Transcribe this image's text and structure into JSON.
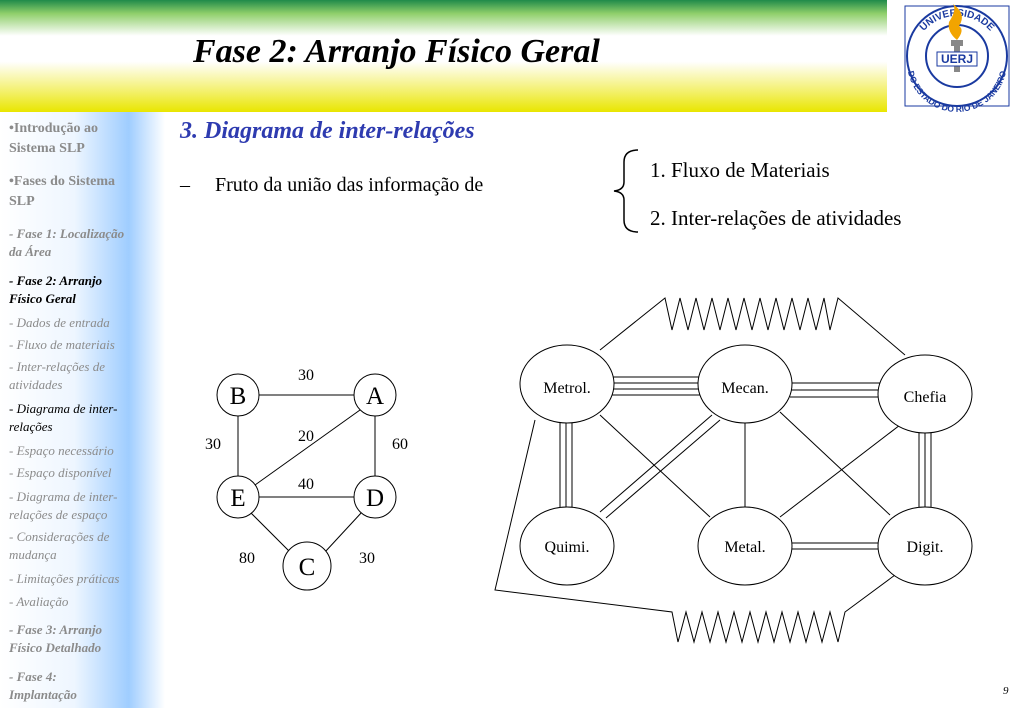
{
  "slide": {
    "title": "Fase 2: Arranjo Físico Geral",
    "page_number": "9"
  },
  "logo": {
    "arc_top": "UNIVERSIDADE",
    "arc_bottom": "DO ESTADO DO RIO DE JANEIRO",
    "center": "UERJ"
  },
  "sidebar": {
    "items": [
      {
        "label": "•Introdução ao"
      },
      {
        "label": "Sistema SLP"
      },
      {
        "label": "•Fases do Sistema"
      },
      {
        "label": "SLP"
      },
      {
        "label": "- Fase 1: Localização"
      },
      {
        "label": "da Área"
      },
      {
        "label": "- Fase 2: Arranjo"
      },
      {
        "label": "Físico Geral"
      },
      {
        "label": "- Dados de entrada"
      },
      {
        "label": "- Fluxo de materiais"
      },
      {
        "label": "- Inter-relações de"
      },
      {
        "label": "atividades"
      },
      {
        "label": "- Diagrama de inter-"
      },
      {
        "label": "relações"
      },
      {
        "label": "- Espaço necessário"
      },
      {
        "label": "- Espaço disponível"
      },
      {
        "label": "- Diagrama de inter-"
      },
      {
        "label": "relações de espaço"
      },
      {
        "label": "- Considerações de"
      },
      {
        "label": "mudança"
      },
      {
        "label": "- Limitações práticas"
      },
      {
        "label": "- Avaliação"
      },
      {
        "label": "- Fase 3: Arranjo"
      },
      {
        "label": "Físico Detalhado"
      },
      {
        "label": "- Fase 4:"
      },
      {
        "label": "Implantação"
      }
    ]
  },
  "content": {
    "heading": "3. Diagrama de inter-relações",
    "bullet_dash": "–",
    "bullet": "Fruto da união das informação de",
    "list": [
      "1. Fluxo de Materiais",
      "2. Inter-relações de atividades"
    ]
  },
  "graph_small": {
    "nodes": {
      "A": "A",
      "B": "B",
      "C": "C",
      "D": "D",
      "E": "E"
    },
    "edge_labels": {
      "BA": "30",
      "BE": "30",
      "EA": "20",
      "AD": "60",
      "ED": "40",
      "EC": "80",
      "DC": "30"
    }
  },
  "graph_large": {
    "nodes": {
      "metrol": "Metrol.",
      "mecan": "Mecan.",
      "chefia": "Chefia",
      "quimi": "Quimi.",
      "metal": "Metal.",
      "digit": "Digit."
    }
  },
  "colors": {
    "heading": "#2e3bb0",
    "header_green": "#1f8a4a",
    "header_yellow": "#e9e600",
    "sidebar_blue": "#9fcdff",
    "logo_blue": "#1a3aa0",
    "logo_orange": "#f2a400"
  }
}
